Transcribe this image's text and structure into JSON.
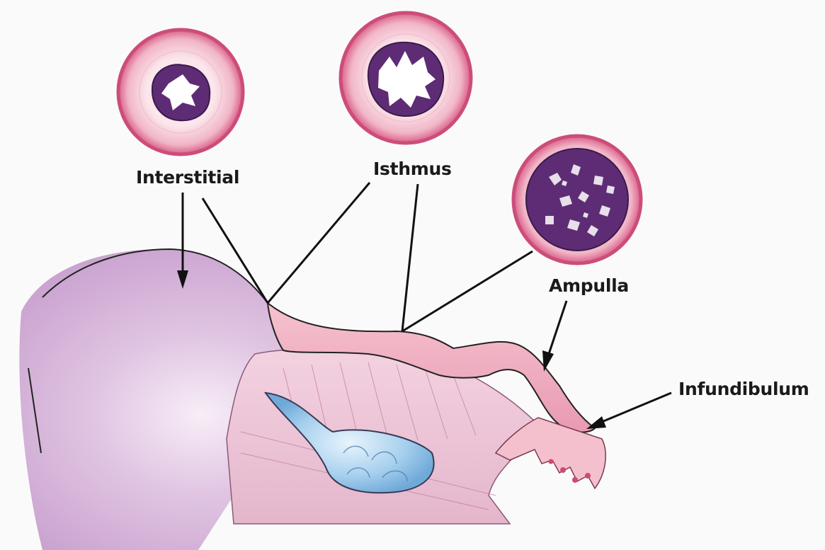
{
  "labels": {
    "interstitial": "Interstitial",
    "isthmus": "Isthmus",
    "ampulla": "Ampulla",
    "infundibulum": "Infundibulum"
  },
  "colors": {
    "uterus": "#d9b8dc",
    "tube": "#f0b8c8",
    "ovary": "#9cc8ea",
    "ring": "#e88aa8",
    "mucosa": "#5a2a6e",
    "line": "#111111"
  }
}
